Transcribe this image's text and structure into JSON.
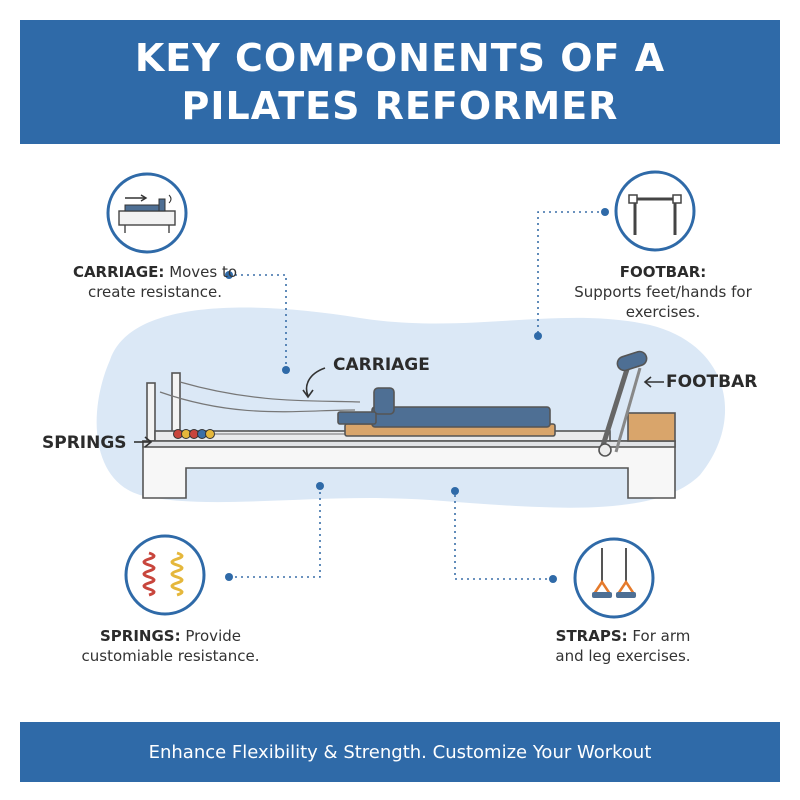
{
  "header": {
    "title": "KEY COMPONENTS OF A PILATES REFORMER"
  },
  "callouts": {
    "carriage": {
      "title": "CARRIAGE:",
      "desc": "Moves to create resistance."
    },
    "footbar": {
      "title": "FOOTBAR:",
      "desc": "Supports feet/hands for exercises."
    },
    "springs": {
      "title": "SPRINGS:",
      "desc": "Provide customiable resistance."
    },
    "straps": {
      "title": "STRAPS:",
      "desc": "For arm and leg exercises."
    }
  },
  "diagram_labels": {
    "carriage": "CARRIAGE",
    "footbar": "FOOTBAR",
    "springs": "SPRINGS"
  },
  "footer": {
    "text": "Enhance Flexibility & Strength. Customize Your Workout"
  },
  "colors": {
    "brand_blue": "#2f6aa8",
    "blob": "#dbe8f6",
    "carriage_pad": "#4e6f94",
    "wood": "#d9a56b",
    "spring_red": "#c8453c",
    "spring_yellow": "#e5b73b"
  },
  "icons": [
    "carriage-icon",
    "footbar-icon",
    "springs-icon",
    "straps-icon"
  ]
}
